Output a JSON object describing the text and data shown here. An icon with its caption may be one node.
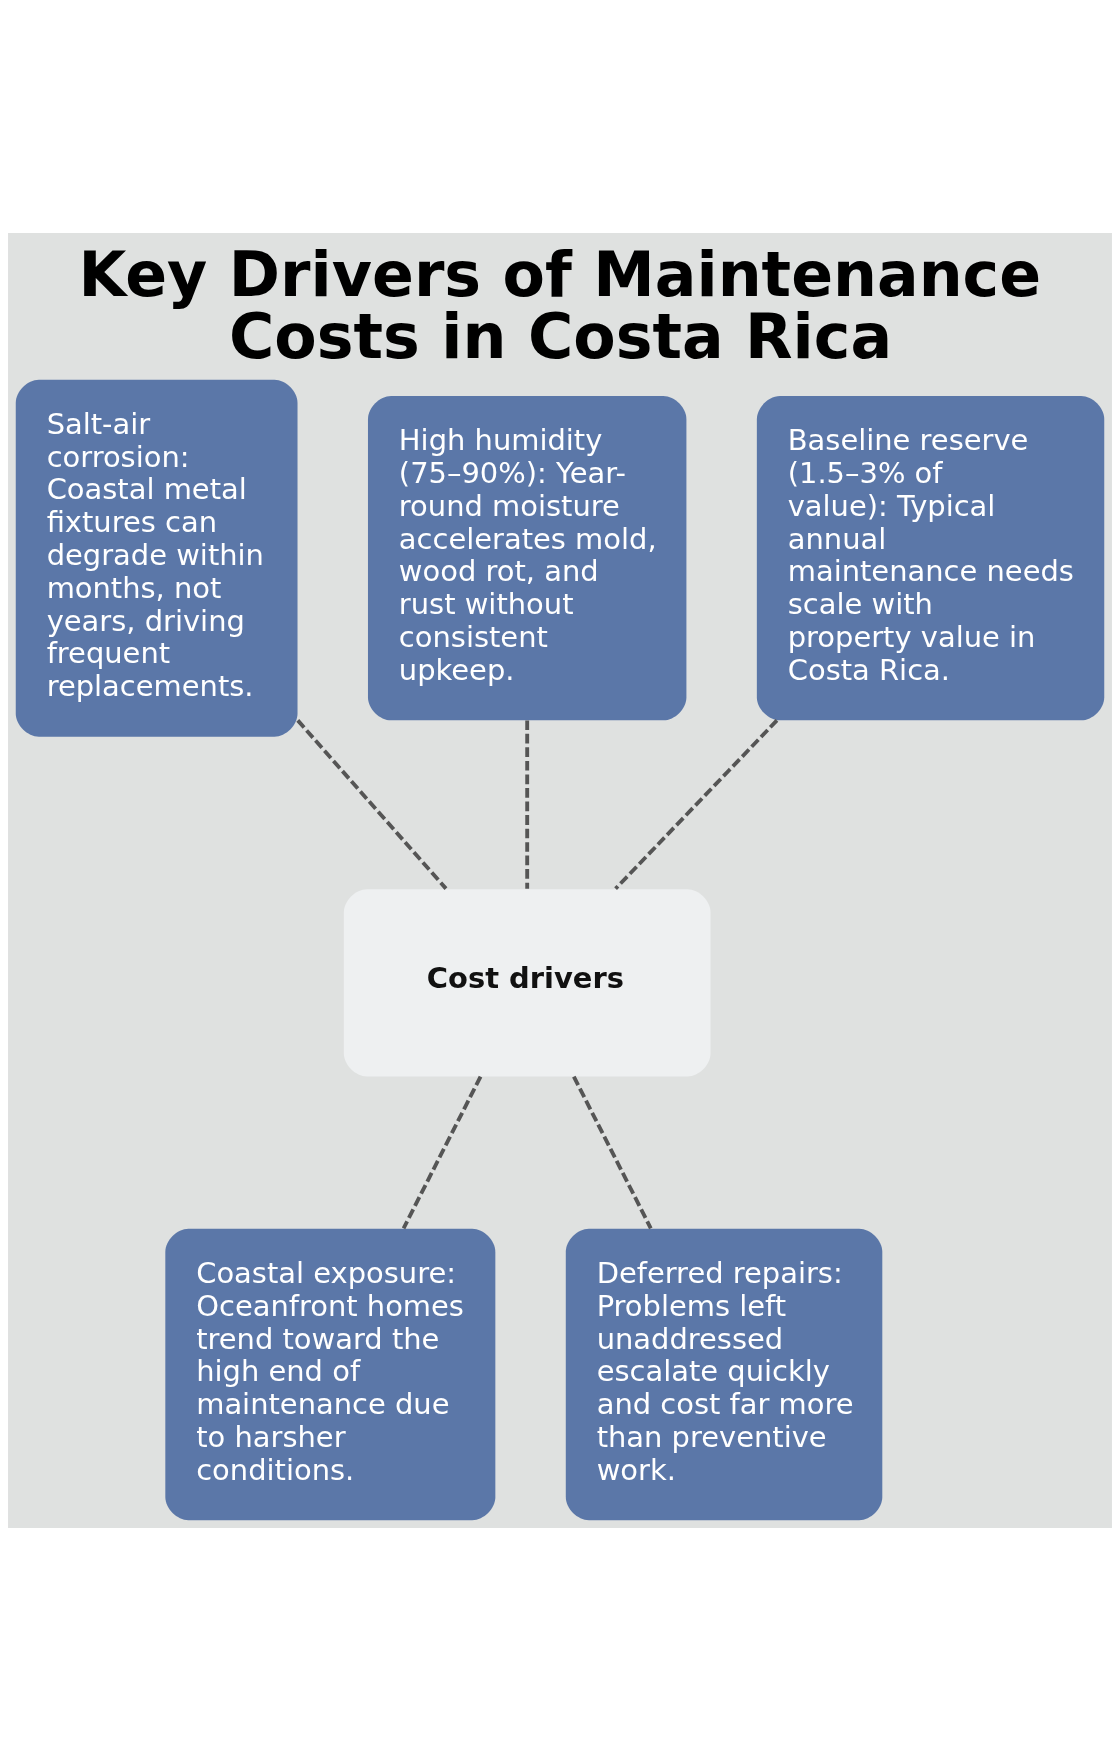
{
  "diagram": {
    "title": "Key Drivers of Maintenance Costs in Costa Rica",
    "nodes": [
      {
        "text": [
          "Salt-air corrosion: Coastal metal fixtures can degrade within months, not years, driving frequent replacements."
        ]
      },
      {
        "text": [
          "High humidity (75–90%): Year-round moisture accelerates mold, wood rot, and rust without consistent upkeep."
        ]
      },
      {
        "text": [
          "Baseline reserve (1.5–3% of value): Typical annual maintenance needs scale with property value in Costa Rica."
        ]
      },
      {
        "text": [
          "Cost drivers"
        ]
      },
      {
        "text": [
          "Coastal exposure: Oceanfront homes trend toward the high end of maintenance due to harsher conditions."
        ]
      },
      {
        "text": [
          "Deferred repairs: Problems left unaddressed escalate quickly and cost far more than preventive work."
        ]
      }
    ],
    "edges": [
      {
        "from": 0,
        "to": 3,
        "arrow": "none",
        "style": "dashed"
      },
      {
        "from": 1,
        "to": 3,
        "arrow": "none",
        "style": "dashed"
      },
      {
        "from": 2,
        "to": 3,
        "arrow": "none",
        "style": "dashed"
      },
      {
        "from": 3,
        "to": 4,
        "arrow": "none",
        "style": "dashed"
      },
      {
        "from": 3,
        "to": 5,
        "arrow": "none",
        "style": "dashed"
      }
    ]
  }
}
